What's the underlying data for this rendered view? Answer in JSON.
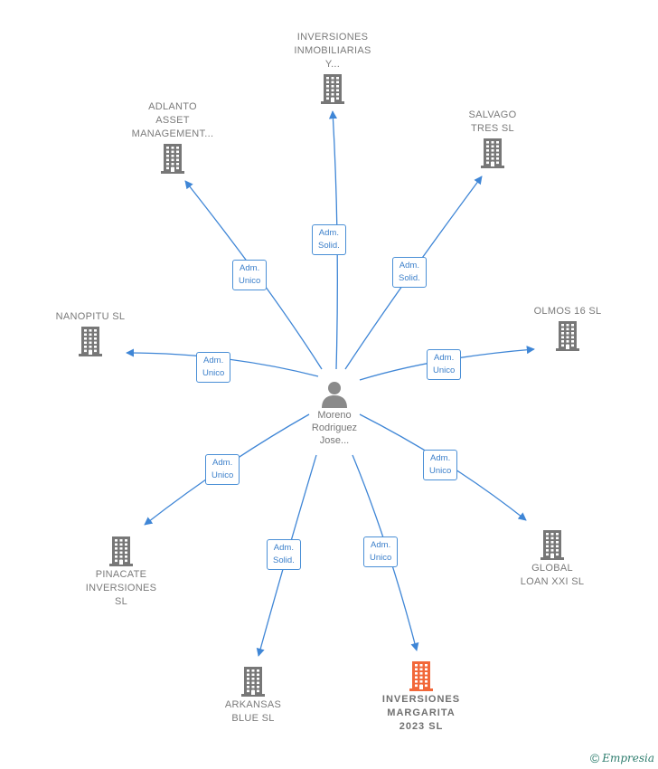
{
  "colors": {
    "edge": "#3f86d6",
    "building": "#777777",
    "building_highlight": "#f2683a",
    "person": "#8a8a8a"
  },
  "center": {
    "name": "Moreno\nRodriguez\nJose..."
  },
  "nodes": [
    {
      "id": "inv-inmob",
      "label": "INVERSIONES\nINMOBILIARIAS\nY...",
      "role": "Adm.\nSolid.",
      "highlight": false
    },
    {
      "id": "adlanto",
      "label": "ADLANTO\nASSET\nMANAGEMENT...",
      "role": "Adm.\nUnico",
      "highlight": false
    },
    {
      "id": "salvago",
      "label": "SALVAGO\nTRES SL",
      "role": "Adm.\nSolid.",
      "highlight": false
    },
    {
      "id": "nanopitu",
      "label": "NANOPITU  SL",
      "role": "Adm.\nUnico",
      "highlight": false
    },
    {
      "id": "olmos",
      "label": "OLMOS 16 SL",
      "role": "Adm.\nUnico",
      "highlight": false
    },
    {
      "id": "pinacate",
      "label": "PINACATE\nINVERSIONES\nSL",
      "role": "Adm.\nUnico",
      "highlight": false
    },
    {
      "id": "global",
      "label": "GLOBAL\nLOAN XXI SL",
      "role": "Adm.\nUnico",
      "highlight": false
    },
    {
      "id": "arkansas",
      "label": "ARKANSAS\nBLUE SL",
      "role": "Adm.\nSolid.",
      "highlight": false
    },
    {
      "id": "margarita",
      "label": "INVERSIONES\nMARGARITA\n2023  SL",
      "role": "Adm.\nUnico",
      "highlight": true
    }
  ],
  "footer": {
    "copyright": "©",
    "brand": "Empresia"
  }
}
